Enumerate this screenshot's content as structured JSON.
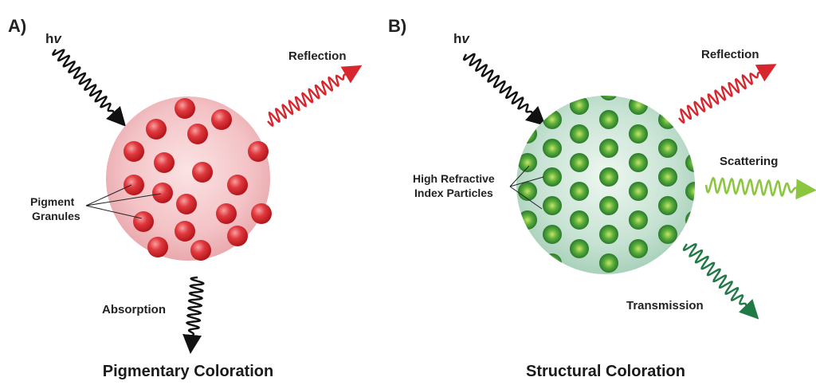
{
  "panels": [
    {
      "letter": "A)",
      "photon": {
        "h": "h",
        "nu": "v"
      },
      "reflection": "Reflection",
      "label_line1": "Pigment",
      "label_line2": "Granules",
      "absorption": "Absorption",
      "title": "Pigmentary Coloration"
    },
    {
      "letter": "B)",
      "photon": {
        "h": "h",
        "nu": "v"
      },
      "reflection": "Reflection",
      "scattering": "Scattering",
      "label_line1": "High Refractive",
      "label_line2": "Index Particles",
      "transmission": "Transmission",
      "title": "Structural Coloration"
    }
  ],
  "colors": {
    "incident_wave": "#111111",
    "reflection_wave": "#d8262e",
    "absorption_wave": "#111111",
    "scattering_wave": "#8cc63f",
    "transmission_wave": "#1f7a45",
    "pigment_sphere": "#f6c4c7",
    "pigment_granule": "#d72a2f",
    "structural_sphere": "#c7e3d3",
    "structural_particle": "#3a9a3a"
  }
}
